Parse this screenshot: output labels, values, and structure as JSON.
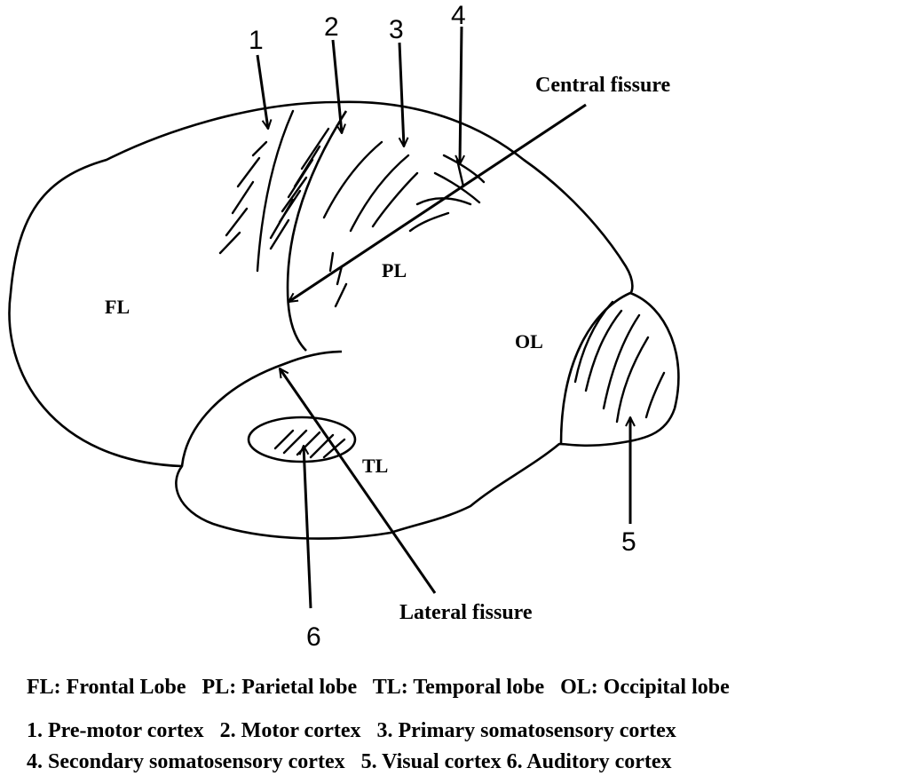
{
  "labels": {
    "fl": "FL",
    "pl": "PL",
    "tl": "TL",
    "ol": "OL",
    "central_fissure": "Central fissure",
    "lateral_fissure": "Lateral fissure",
    "n1": "1",
    "n2": "2",
    "n3": "3",
    "n4": "4",
    "n5": "5",
    "n6": "6"
  },
  "legend": {
    "lobes": "FL: Frontal Lobe   PL: Parietal lobe   TL: Temporal lobe   OL: Occipital lobe",
    "areas_line1": "1. Pre-motor cortex   2. Motor cortex   3. Primary somatosensory cortex",
    "areas_line2": "4. Secondary somatosensory cortex   5. Visual cortex 6. Auditory cortex"
  },
  "colors": {
    "ink": "#000000",
    "background": "#ffffff"
  }
}
